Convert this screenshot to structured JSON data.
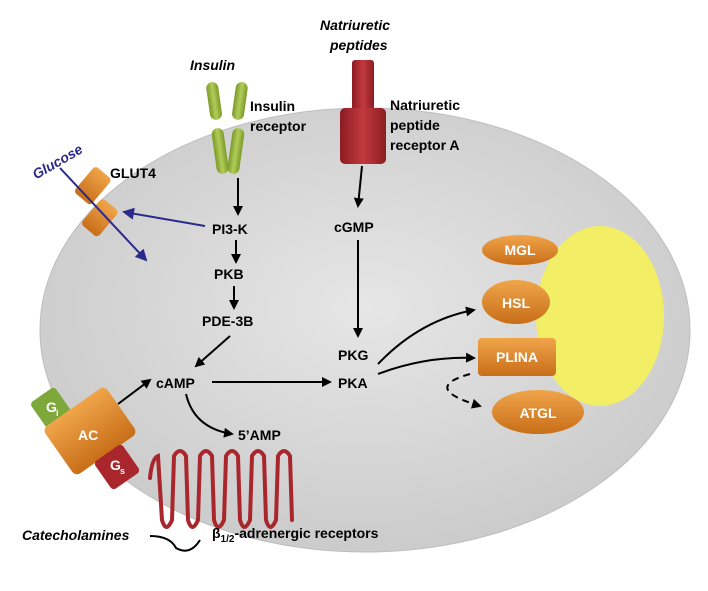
{
  "labels": {
    "insulin": "Insulin",
    "insulin_receptor_1": "Insulin",
    "insulin_receptor_2": "receptor",
    "natriuretic_1": "Natriuretic",
    "natriuretic_2": "peptides",
    "npra_1": "Natriuretic",
    "npra_2": "peptide",
    "npra_3": "receptor A",
    "glucose": "Glucose",
    "glut4": "GLUT4",
    "pi3k": "PI3-K",
    "pkb": "PKB",
    "pde3b": "PDE-3B",
    "cgmp": "cGMP",
    "pkg": "PKG",
    "pka": "PKA",
    "camp": "cAMP",
    "amp5": "5’AMP",
    "mgl": "MGL",
    "hsl": "HSL",
    "plina": "PLINA",
    "atgl": "ATGL",
    "gi": "G",
    "gi_sub": "i",
    "ac": "AC",
    "gs": "G",
    "gs_sub": "s",
    "catecholamines": "Catecholamines",
    "beta_prefix": "β",
    "beta_sub": "1/2",
    "beta_suffix": "-adrenergic receptors"
  },
  "colors": {
    "cell": "#d6d6d6",
    "lipid_droplet": "#f2ee66",
    "enzyme_orange": "#e0892a",
    "receptor_red": "#a8262c",
    "insulin_green": "#94b23a",
    "glucose_arrow": "#2a2a8c",
    "gi_green": "#7ea83a",
    "gs_red": "#a8262c"
  }
}
